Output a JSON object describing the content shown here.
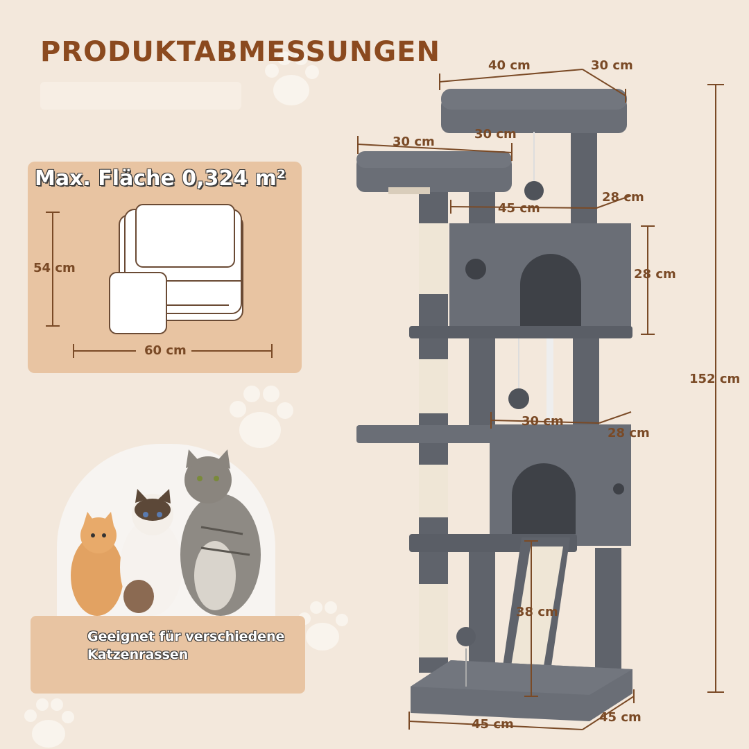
{
  "header": {
    "title": "PRODUKTABMESSUNGEN"
  },
  "area_panel": {
    "title": "Max. Fläche 0,324 m²",
    "height_label": "54 cm",
    "width_label": "60 cm"
  },
  "tree_dimensions": {
    "top_width": "40 cm",
    "top_depth": "30 cm",
    "left_platform_width": "30 cm",
    "left_platform_depth": "30 cm",
    "upper_box_width": "45 cm",
    "upper_box_depth": "28 cm",
    "upper_box_height": "28 cm",
    "total_height": "152 cm",
    "lower_box_width": "30 cm",
    "lower_box_depth": "28 cm",
    "ramp_length": "38 cm",
    "base_width": "45 cm",
    "base_depth": "45 cm"
  },
  "caption": {
    "line1": "Geeignet für verschiedene",
    "line2": "Katzenrassen"
  },
  "colors": {
    "background": "#f3e8dc",
    "accent_brown": "#8b4a1f",
    "panel_tan": "#e8c4a2",
    "tree_gray": "#5f636b",
    "sisal": "#efe6d6"
  }
}
